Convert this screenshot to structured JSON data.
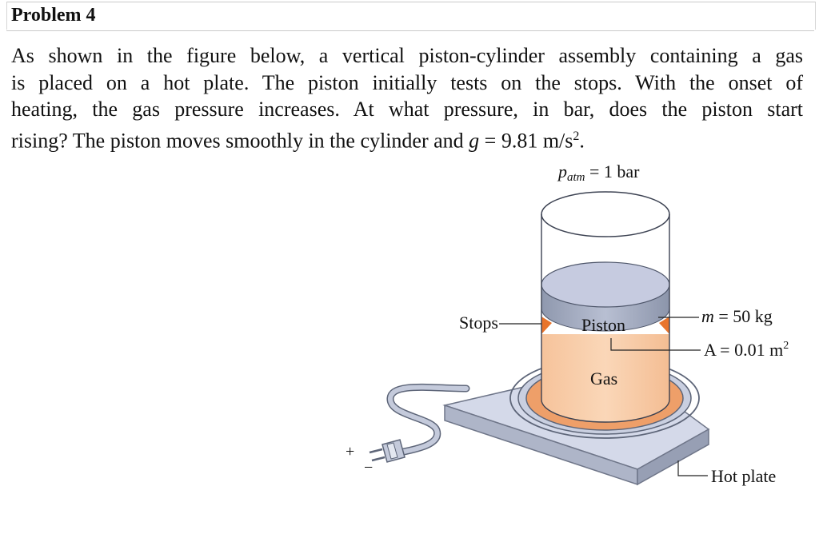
{
  "problem": {
    "title": "Problem 4",
    "text_lines": [
      "As shown in the figure below, a vertical piston-cylinder assembly containing a gas",
      "is placed on a hot plate. The piston initially tests on the stops. With the onset of",
      "heating, the gas pressure increases. At what pressure, in bar, does the piston start"
    ],
    "last_line_prefix": "rising? The piston moves smoothly in the cylinder and ",
    "g_symbol": "g",
    "g_value": " = 9.81 m/s",
    "g_exponent": "2",
    "g_end": "."
  },
  "figure": {
    "patm_symbol": "p",
    "patm_subscript": "atm",
    "patm_value": " = 1 bar",
    "stops_label": "Stops",
    "piston_label": "Piston",
    "gas_label": "Gas",
    "mass_symbol": "m",
    "mass_value": " = 50 kg",
    "area_value": "A = 0.01 m",
    "area_exponent": "2",
    "hot_plate_label": "Hot plate",
    "plug_plus": "+",
    "plug_minus": "−"
  },
  "colors": {
    "gas_fill": "#f9cfac",
    "piston_fill": "#aab3c8",
    "piston_top": "#c6cbe0",
    "plate_top": "#d4d9e9",
    "plate_side": "#b4bbcd",
    "burner_orange": "#ee9f69",
    "stops_orange": "#e8742c"
  }
}
